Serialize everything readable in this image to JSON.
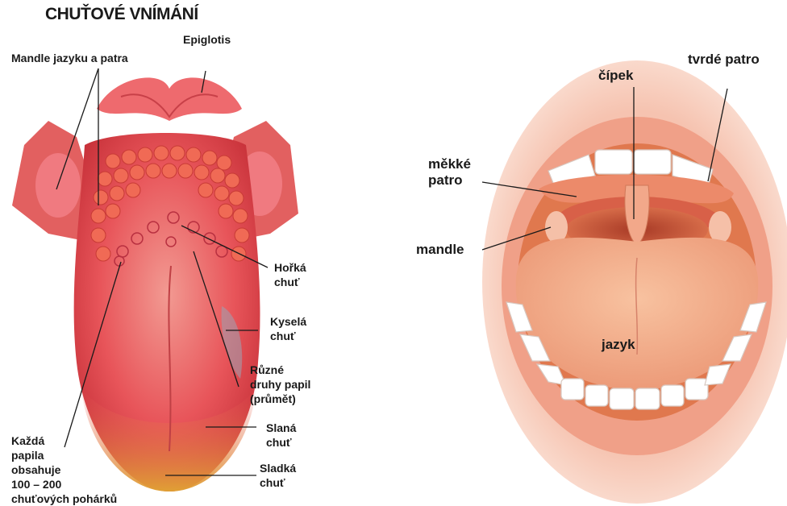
{
  "left_diagram": {
    "title": "CHUŤOVÉ VNÍMÁNÍ",
    "labels": {
      "epiglotis": "Epiglotis",
      "mandle": "Mandle jazyku a patra",
      "horka_1": "Hořká",
      "horka_2": "chuť",
      "kysela_1": "Kyselá",
      "kysela_2": "chuť",
      "papily_1": "Různé",
      "papily_2": "druhy papil",
      "papily_3": "(průmět)",
      "slana_1": "Slaná",
      "slana_2": "chuť",
      "sladka_1": "Sladká",
      "sladka_2": "chuť",
      "kazda_1": "Každá",
      "kazda_2": "papila",
      "kazda_3": "obsahuje",
      "kazda_4": "100 – 200",
      "kazda_5": "chuťových pohárků"
    }
  },
  "right_diagram": {
    "labels": {
      "cipek": "čípek",
      "tvrde_patro": "tvrdé patro",
      "mekke_1": "měkké",
      "mekke_2": "patro",
      "mandle": "mandle",
      "jazyk": "jazyk"
    }
  },
  "colors": {
    "tongue_red": "#e8454a",
    "tongue_pink": "#f08a86",
    "tongue_tip": "#e8b040",
    "lip": "#f4b09a",
    "mouth_inner": "#e8704f",
    "teeth": "#ffffff"
  }
}
